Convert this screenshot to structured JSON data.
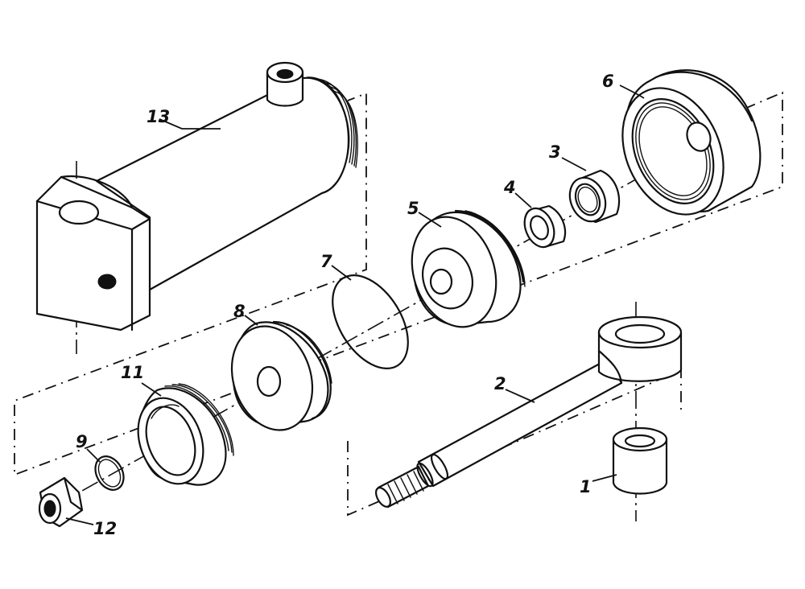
{
  "labels": {
    "p1": "1",
    "p2": "2",
    "p3": "3",
    "p4": "4",
    "p5": "5",
    "p6": "6",
    "p7": "7",
    "p8": "8",
    "p9": "9",
    "p11": "11",
    "p12": "12",
    "p13": "13"
  }
}
